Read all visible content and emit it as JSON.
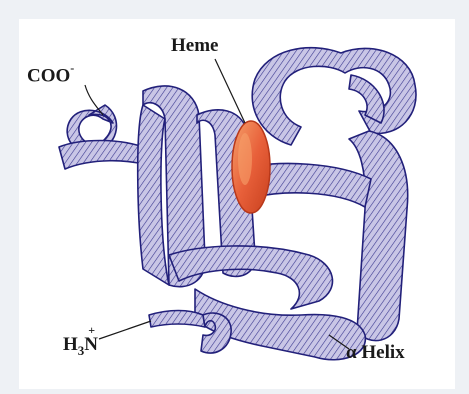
{
  "figure": {
    "labels": {
      "heme": "Heme",
      "carboxyl": "COO",
      "carboxyl_charge": "-",
      "amino_h": "H",
      "amino_sub": "3",
      "amino_n": "N",
      "amino_charge": "+",
      "helix_alpha": "α",
      "helix_word": "Helix"
    },
    "colors": {
      "ribbon_fill": "#c9c6e6",
      "ribbon_stroke": "#22207a",
      "ribbon_hatch": "#3a3890",
      "heme_fill": "#e8603a",
      "heme_highlight": "#f6a06a",
      "background": "#ffffff",
      "border": "#eef1f5"
    },
    "icons": {
      "protein": "myoglobin-ribbon-icon",
      "heme": "heme-group-icon"
    }
  }
}
